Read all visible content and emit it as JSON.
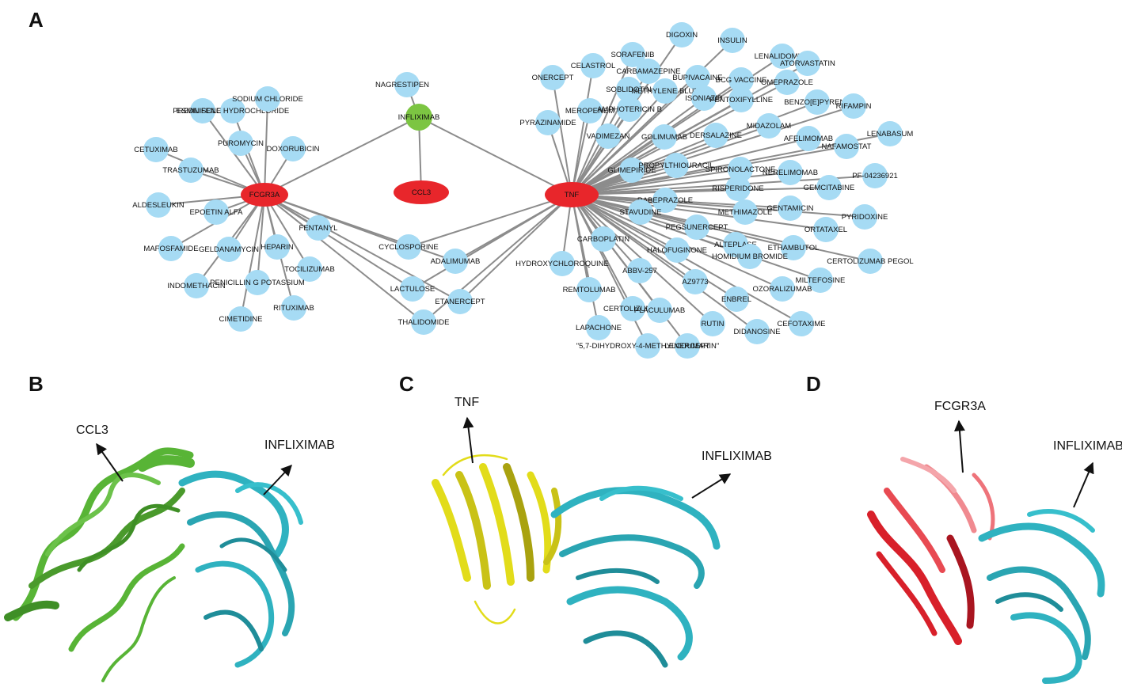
{
  "panels": {
    "a": "A",
    "b": "B",
    "c": "C",
    "d": "D"
  },
  "colors": {
    "hub": "#e8262b",
    "drug": "#a6dbf4",
    "infliximab": "#7cc542",
    "edge": "#8c8c8c",
    "green_protein": "#58b436",
    "cyan_protein": "#2fb2c0",
    "yellow_protein": "#e2dc1a",
    "red_protein": "#d8202a"
  },
  "hubs": {
    "fcgr3a": "FCGR3A",
    "tnf": "TNF",
    "ccl3": "CCL3",
    "infliximab": "INFLIXIMAB",
    "nagrestipen": "NAGRESTIPEN"
  },
  "fcgr3a_drugs": [
    "PREDNISOLONE",
    "ESMILIFENE HYDROCHLORIDE",
    "SODIUM CHLORIDE",
    "PUROMYCIN",
    "DOXORUBICIN",
    "CETUXIMAB",
    "TRASTUZUMAB",
    "ALDESLEUKIN",
    "EPOETIN ALFA",
    "FENTANYL",
    "MAFOSFAMIDE",
    "GELDANAMYCIN",
    "HEPARIN",
    "TOCILIZUMAB",
    "INDOMETHACIN",
    "PENICILLIN G POTASSIUM",
    "RITUXIMAB",
    "CIMETIDINE"
  ],
  "shared_drugs": [
    "CYCLOSPORINE",
    "ADALIMUMAB",
    "LACTULOSE",
    "ETANERCEPT",
    "THALIDOMIDE"
  ],
  "tnf_drugs": [
    "SORAFENIB",
    "DIGOXIN",
    "INSULIN",
    "CELASTROL",
    "CARBAMAZEPINE",
    "BUPIVACAINE",
    "BCG VACCINE",
    "LENALIDOMIDE",
    "SOBLIDOTIN",
    "ONERCEPT",
    "MEROPENEM",
    "METHYLENE BLUE",
    "ATORVASTATIN",
    "OMEPRAZOLE",
    "AMPHOTERICIN B",
    "ISONIAZID",
    "PENTOXIFYLLINE",
    "BENZO[E]PYRENE",
    "RIFAMPIN",
    "PYRAZINAMIDE",
    "VADIMEZAN",
    "GOLIMUMAB",
    "DERSALAZINE",
    "MIDAZOLAM",
    "AFELIMOMAB",
    "NAFAMOSTAT",
    "LENABASUM",
    "GLIMEPIRIDE",
    "PROPYLTHIOURACIL",
    "SPIRONOLACTONE",
    "NERELIMOMAB",
    "PF-04236921",
    "RISPERIDONE",
    "GEMCITABINE",
    "RABEPRAZOLE",
    "METHIMAZOLE",
    "GENTAMICIN",
    "PYRIDOXINE",
    "STAVUDINE",
    "PEGSUNERCEPT",
    "ORTATAXEL",
    "CARBOPLATIN",
    "ALTEPLASE",
    "ETHAMBUTOL",
    "HALOFUGINONE",
    "HOMIDIUM BROMIDE",
    "CERTOLIZUMAB PEGOL",
    "HYDROXYCHLOROQUINE",
    "ABBV-257",
    "MILTEFOSINE",
    "AZ9773",
    "OZORALIZUMAB",
    "REMTOLUMAB",
    "ENBREL",
    "CERTOLIZUMAB",
    "PLACULUMAB",
    "RUTIN",
    "DIDANOSINE",
    "CEFOTAXIME",
    "LAPACHONE",
    "LENERCEPT",
    "\"5,7-DIHYDROXY-4-METHYLCOUMARIN\""
  ],
  "structures": {
    "b": {
      "left": "CCL3",
      "right": "INFLIXIMAB"
    },
    "c": {
      "left": "TNF",
      "right": "INFLIXIMAB"
    },
    "d": {
      "left": "FCGR3A",
      "right": "INFLIXIMAB"
    }
  }
}
